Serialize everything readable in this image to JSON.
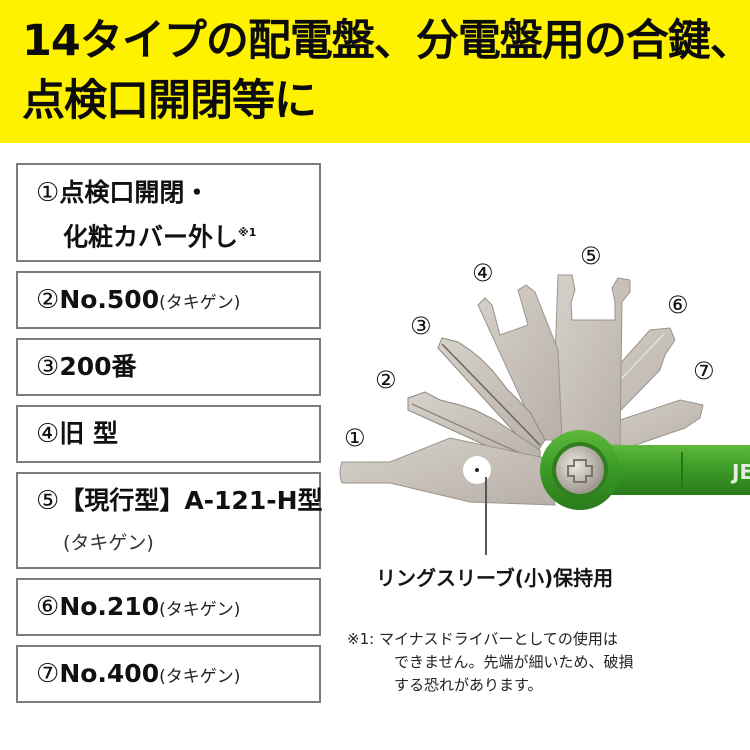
{
  "banner": {
    "line1": "14タイプの配電盤、分電盤用の合鍵、",
    "line2": "点検口開閉等に",
    "bg_color": "#fff200"
  },
  "items": [
    {
      "num": "①",
      "text": "点検口開閉・",
      "line2": "化粧カバー外し",
      "sup": "※1"
    },
    {
      "num": "②",
      "text": "No.500",
      "sub": "(タキゲン)"
    },
    {
      "num": "③",
      "text": "200番"
    },
    {
      "num": "④",
      "text": "旧 型"
    },
    {
      "num": "⑤",
      "text": "【現行型】A-121-H型",
      "line2": "(タキゲン)"
    },
    {
      "num": "⑥",
      "text": "No.210",
      "sub": "(タキゲン)"
    },
    {
      "num": "⑦",
      "text": "No.400",
      "sub": "(タキゲン)"
    }
  ],
  "illustration": {
    "labels": [
      "①",
      "②",
      "③",
      "④",
      "⑤",
      "⑥",
      "⑦"
    ],
    "handle_text": "JE",
    "handle_color": "#3f9a2a",
    "blade_color": "#c9c3bb",
    "ring_caption": "リングスリーブ(小)保持用"
  },
  "note": {
    "mark": "※1:",
    "lines": [
      "マイナスドライバーとしての使用は",
      "できません。先端が細いため、破損",
      "する恐れがあります。"
    ]
  }
}
